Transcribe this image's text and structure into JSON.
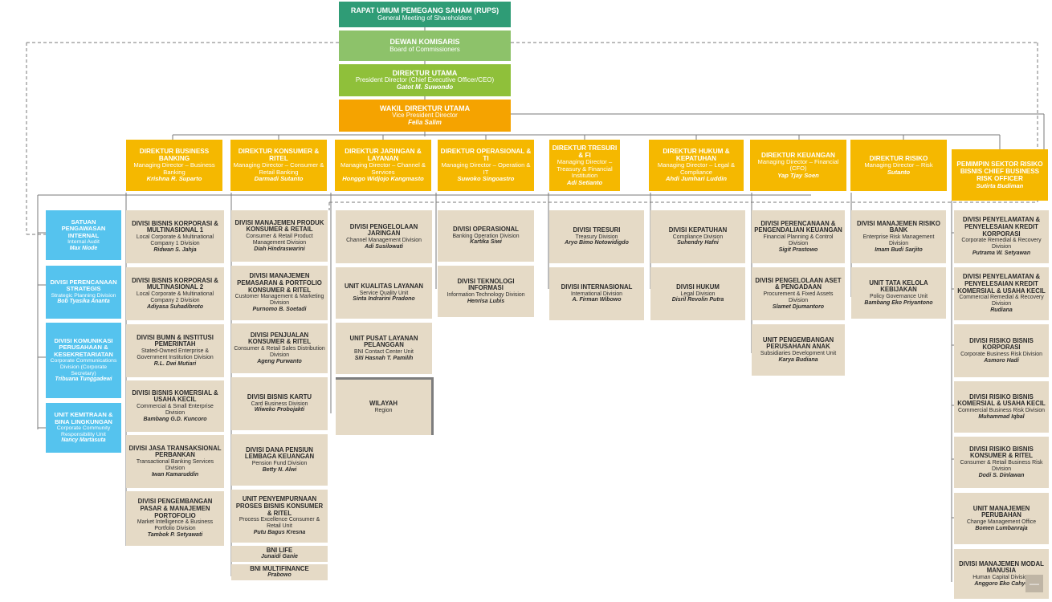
{
  "colors": {
    "rups": "#2f9c76",
    "board": "#8dc26a",
    "president": "#8fc03a",
    "vice": "#f5a300",
    "director": "#f5b800",
    "division": "#e5dac6",
    "supervisory": "#55c3ee",
    "line": "#7a7a7a"
  },
  "top": {
    "rups": {
      "title": "RAPAT UMUM PEMEGANG SAHAM (RUPS)",
      "sub": "General Meeting of Shareholders"
    },
    "board": {
      "title": "DEWAN KOMISARIS",
      "sub": "Board of Commissioners"
    },
    "president": {
      "title": "DIREKTUR UTAMA",
      "sub": "President Director (Chief Executive Officer/CEO)",
      "name": "Gatot M. Suwondo"
    },
    "vice": {
      "title": "WAKIL DIREKTUR UTAMA",
      "sub": "Vice President Director",
      "name": "Felia Salim"
    }
  },
  "directors": [
    {
      "title": "DIREKTUR BUSINESS BANKING",
      "sub": "Managing Director – Business Banking",
      "name": "Krishna R. Suparto"
    },
    {
      "title": "DIREKTUR KONSUMER & RITEL",
      "sub": "Managing Director – Consumer & Retail Banking",
      "name": "Darmadi Sutanto"
    },
    {
      "title": "DIREKTUR JARINGAN & LAYANAN",
      "sub": "Managing Director – Channel & Services",
      "name": "Honggo Widjojo Kangmasto"
    },
    {
      "title": "DIREKTUR OPERASIONAL & TI",
      "sub": "Managing Director – Operation & IT",
      "name": "Suwoko Singoastro"
    },
    {
      "title": "DIREKTUR TRESURI & FI",
      "sub": "Managing Director – Treasury & Financial Institution",
      "name": "Adi Setianto"
    },
    {
      "title": "DIREKTUR HUKUM & KEPATUHAN",
      "sub": "Managing Director – Legal & Compliance",
      "name": "Ahdi Jumhari Luddin"
    },
    {
      "title": "DIREKTUR KEUANGAN",
      "sub": "Managing Director – Financial (CFO)",
      "name": "Yap Tjay Soen"
    },
    {
      "title": "DIREKTUR RISIKO",
      "sub": "Managing Director – Risk",
      "name": "Sutanto"
    },
    {
      "title": "PEMIMPIN SEKTOR RISIKO BISNIS CHIEF BUSINESS RISK OFFICER",
      "sub": "",
      "name": "Sutirta Budiman"
    }
  ],
  "supervisory": [
    {
      "title": "SATUAN PENGAWASAN INTERNAL",
      "sub": "Internal Audit",
      "name": "Max Niode"
    },
    {
      "title": "DIVISI PERENCANAAN STRATEGIS",
      "sub": "Strategic Planning Division",
      "name": "Bob Tyasika Ananta"
    },
    {
      "title": "DIVISI KOMUNIKASI PERUSAHAAN & KESEKRETARIATAN",
      "sub": "Corporate Communications Division (Corporate Secretary)",
      "name": "Tribuana Tunggadewi"
    },
    {
      "title": "UNIT KEMITRAAN & BINA LINGKUNGAN",
      "sub": "Corporate Community Responsibility Unit",
      "name": "Nancy Martasuta"
    }
  ],
  "columns": [
    [
      {
        "title": "DIVISI BISNIS KORPORASI & MULTINASIONAL 1",
        "sub": "Local Corporate & Multinational Company 1 Division",
        "name": "Ridwan S. Jahja"
      },
      {
        "title": "DIVISI BISNIS KORPORASI & MULTINASIONAL 2",
        "sub": "Local Corporate & Multinational Company 2 Division",
        "name": "Adiyasa Suhadibroto"
      },
      {
        "title": "DIVISI BUMN & INSTITUSI PEMERINTAH",
        "sub": "Stated-Owned Enterprise & Government Institution Division",
        "name": "R.L. Dwi Mutiari"
      },
      {
        "title": "DIVISI BISNIS KOMERSIAL & USAHA KECIL",
        "sub": "Commercial & Small Enterprise Division",
        "name": "Bambang G.D. Kuncoro"
      },
      {
        "title": "DIVISI JASA TRANSAKSIONAL PERBANKAN",
        "sub": "Transactional Banking Services Division",
        "name": "Iwan Kamaruddin"
      },
      {
        "title": "DIVISI PENGEMBANGAN PASAR & MANAJEMEN PORTOFOLIO",
        "sub": "Market Intelligence & Business Portfolio Division",
        "name": "Tambok P. Setyawati"
      }
    ],
    [
      {
        "title": "DIVISI MANAJEMEN PRODUK KONSUMER & RETAIL",
        "sub": "Consumer & Retail Product Management Division",
        "name": "Diah Hindraswarini"
      },
      {
        "title": "DIVISI MANAJEMEN PEMASARAN & PORTFOLIO KONSUMER & RITEL",
        "sub": "Customer Management & Marketing Division",
        "name": "Purnomo B. Soetadi"
      },
      {
        "title": "DIVISI PENJUALAN KONSUMER & RITEL",
        "sub": "Consumer & Retail Sales Distribution Division",
        "name": "Ageng Purwanto"
      },
      {
        "title": "DIVISI BISNIS KARTU",
        "sub": "Card Business Division",
        "name": "Wiweko Probojakti"
      },
      {
        "title": "DIVISI DANA PENSIUN LEMBAGA KEUANGAN",
        "sub": "Pension Fund Division",
        "name": "Betty N. Alwi"
      },
      {
        "title": "UNIT PENYEMPURNAAN PROSES BISNIS KONSUMER & RITEL",
        "sub": "Process Excellence Consumer & Retail Unit",
        "name": "Putu Bagus Kresna"
      },
      {
        "title": "BNI LIFE",
        "sub": "",
        "name": "Junaidi Ganie"
      },
      {
        "title": "BNI MULTIFINANCE",
        "sub": "",
        "name": "Prabowo"
      }
    ],
    [
      {
        "title": "DIVISI PENGELOLAAN JARINGAN",
        "sub": "Channel Management Division",
        "name": "Adi Susilowati"
      },
      {
        "title": "UNIT KUALITAS LAYANAN",
        "sub": "Service Quality Unit",
        "name": "Sinta Indrarini Pradono"
      },
      {
        "title": "UNIT PUSAT LAYANAN PELANGGAN",
        "sub": "BNI Contact Center Unit",
        "name": "Siti Hasnah T. Pamilih"
      },
      {
        "title": "WILAYAH",
        "sub": "Region",
        "name": ""
      }
    ],
    [
      {
        "title": "DIVISI OPERASIONAL",
        "sub": "Banking Operation Division",
        "name": "Kartika Siwi"
      },
      {
        "title": "DIVISI TEKNOLOGI INFORMASI",
        "sub": "Information Technology Division",
        "name": "Henrisa Lubis"
      }
    ],
    [
      {
        "title": "DIVISI TRESURI",
        "sub": "Treasury Division",
        "name": "Aryo Bimo Notowidigdo"
      },
      {
        "title": "DIVISI INTERNASIONAL",
        "sub": "International Division",
        "name": "A. Firman Wibowo"
      }
    ],
    [
      {
        "title": "DIVISI KEPATUHAN",
        "sub": "Compliance Division",
        "name": "Suhendry Hafni"
      },
      {
        "title": "DIVISI HUKUM",
        "sub": "Legal Division",
        "name": "Disril Revolin Putra"
      }
    ],
    [
      {
        "title": "DIVISI PERENCANAAN & PENGENDALIAN KEUANGAN",
        "sub": "Financial Planning & Control Division",
        "name": "Sigit Prastowo"
      },
      {
        "title": "DIVISI PENGELOLAAN ASET & PENGADAAN",
        "sub": "Procurement & Fixed Assets Division",
        "name": "Slamet Djumantoro"
      },
      {
        "title": "UNIT PENGEMBANGAN PERUSAHAAN ANAK",
        "sub": "Subsidiaries Development Unit",
        "name": "Karya Budiana"
      }
    ],
    [
      {
        "title": "DIVISI MANAJEMEN RISIKO BANK",
        "sub": "Enterprise Risk Management Division",
        "name": "Imam Budi Sarjito"
      },
      {
        "title": "UNIT TATA KELOLA KEBIJAKAN",
        "sub": "Policy Governance Unit",
        "name": "Bambang Eko Priyantono"
      }
    ],
    [
      {
        "title": "DIVISI PENYELAMATAN & PENYELESAIAN KREDIT KORPORASI",
        "sub": "Corporate Remedial & Recovery Division",
        "name": "Putrama W. Setyawan"
      },
      {
        "title": "DIVISI PENYELAMATAN & PENYELESAIAN KREDIT KOMERSIAL & USAHA KECIL",
        "sub": "Commercial Remedial & Recovery Division",
        "name": "Rudiana"
      },
      {
        "title": "DIVISI RISIKO BISNIS KORPORASI",
        "sub": "Corporate Business Risk Division",
        "name": "Asmoro Hadi"
      },
      {
        "title": "DIVISI RISIKO BISNIS KOMERSIAL & USAHA KECIL",
        "sub": "Commercial Business Risk Division",
        "name": "Muhammad Iqbal"
      },
      {
        "title": "DIVISI RISIKO BISNIS KONSUMER & RITEL",
        "sub": "Consumer & Retail Business Risk Division",
        "name": "Dodi S. Dinlawan"
      },
      {
        "title": "UNIT MANAJEMEN PERUBAHAN",
        "sub": "Change Management Office",
        "name": "Bomen Lumbanraja"
      },
      {
        "title": "DIVISI MANAJEMEN MODAL MANUSIA",
        "sub": "Human Capital Division",
        "name": "Anggoro Eko Cahyo"
      }
    ]
  ]
}
